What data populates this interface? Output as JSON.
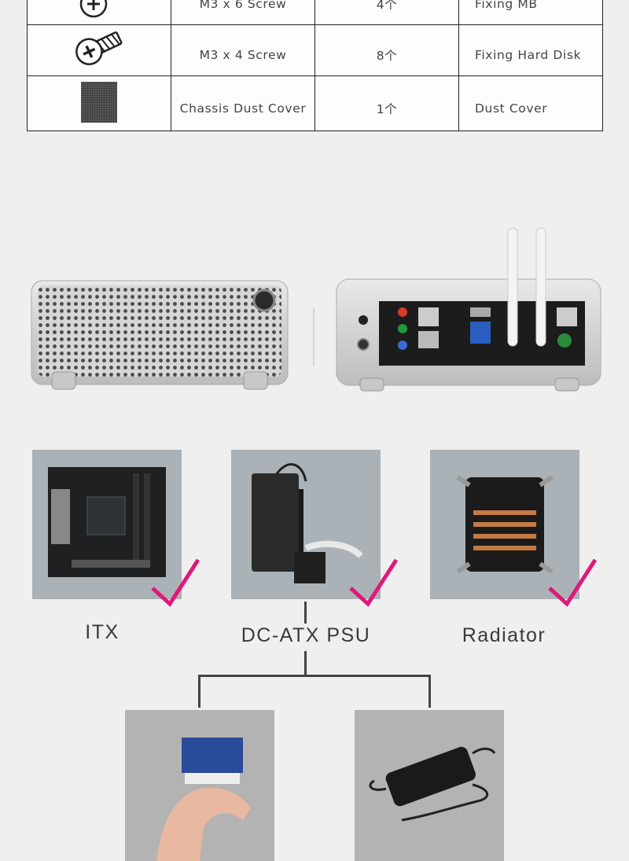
{
  "parts_table": {
    "rows": [
      {
        "name": "M3 x 6 Screw",
        "qty": "4个",
        "use": "Fixing MB",
        "icon": "screw-icon"
      },
      {
        "name": "M3 x 4 Screw",
        "qty": "8个",
        "use": "Fixing Hard Disk",
        "icon": "screw-icon"
      },
      {
        "name": "Chassis Dust Cover",
        "qty": "1个",
        "use": "Dust Cover",
        "icon": "dust-cover-icon"
      }
    ]
  },
  "components": [
    {
      "label": "ITX",
      "icon": "motherboard-icon"
    },
    {
      "label": "DC-ATX PSU",
      "icon": "power-adapter-icon"
    },
    {
      "label": "Radiator",
      "icon": "cpu-cooler-icon"
    }
  ],
  "psu_options": [
    {
      "icon": "dc-atx-board-icon"
    },
    {
      "icon": "power-brick-icon"
    }
  ],
  "colors": {
    "check_mark": "#e0187a",
    "tile_blue": "#aab2b7",
    "tile_grey": "#b3b3b3",
    "background": "#efefef"
  }
}
